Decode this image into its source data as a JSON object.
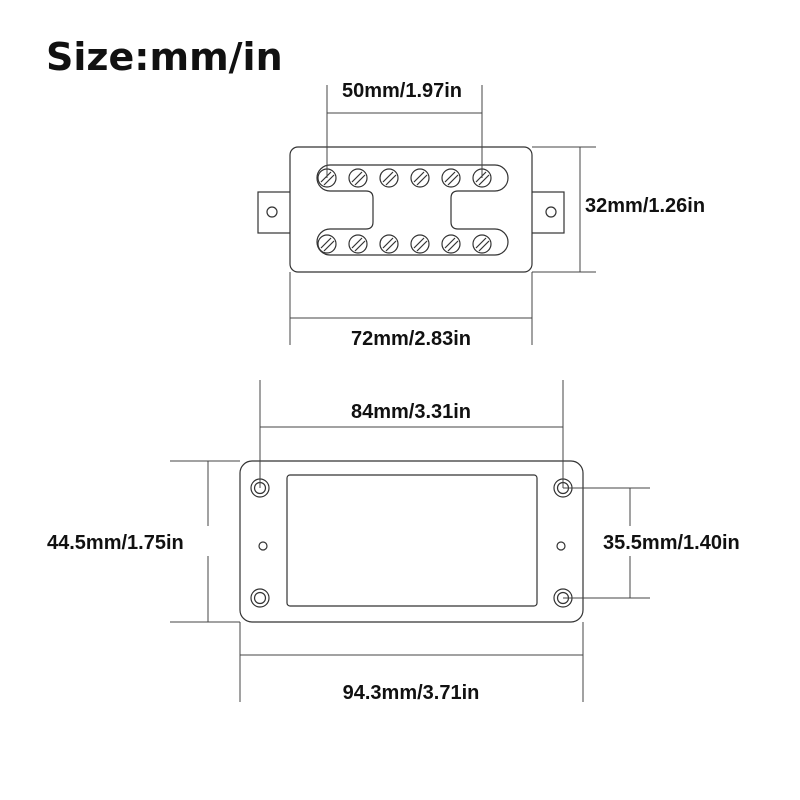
{
  "title": "Size:mm/in",
  "pickup": {
    "screw_spacing": "50mm/1.97in",
    "height": "32mm/1.26in",
    "width": "72mm/2.83in"
  },
  "mounting_ring": {
    "hole_spacing": "84mm/3.31in",
    "outer_height": "44.5mm/1.75in",
    "hole_vertical_spacing": "35.5mm/1.40in",
    "outer_width": "94.3mm/3.71in"
  }
}
